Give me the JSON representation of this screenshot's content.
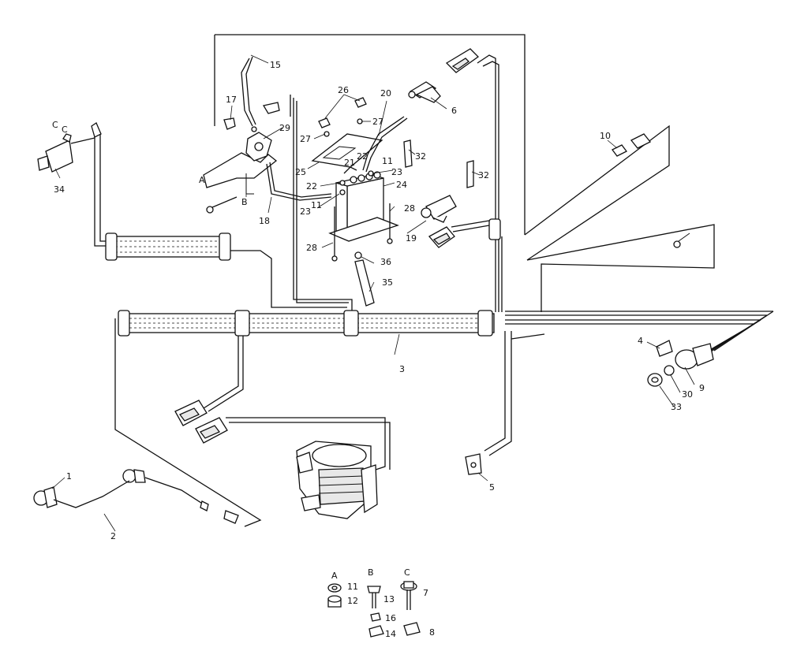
{
  "callouts": {
    "c1": "1",
    "c2": "2",
    "c3": "3",
    "c4": "4",
    "c5": "5",
    "c6": "6",
    "c7": "7",
    "c8": "8",
    "c9": "9",
    "c10": "10",
    "c11a": "11",
    "c11b": "11",
    "c11c": "11",
    "c12": "12",
    "c13": "13",
    "c14": "14",
    "c15": "15",
    "c16": "16",
    "c17": "17",
    "c18": "18",
    "c19": "19",
    "c20": "20",
    "c21": "21",
    "c22a": "22",
    "c22b": "22",
    "c23a": "23",
    "c23b": "23",
    "c24": "24",
    "c25": "25",
    "c26": "26",
    "c27a": "27",
    "c27b": "27",
    "c28a": "28",
    "c28b": "28",
    "c29": "29",
    "c30": "30",
    "c32a": "32",
    "c32b": "32",
    "c33": "33",
    "c34": "34",
    "c35": "35",
    "c36": "36"
  },
  "letters": {
    "a_main": "A",
    "b_main": "B",
    "c1": "C",
    "c2": "C",
    "col_a": "A",
    "col_b": "B",
    "col_c": "C"
  }
}
